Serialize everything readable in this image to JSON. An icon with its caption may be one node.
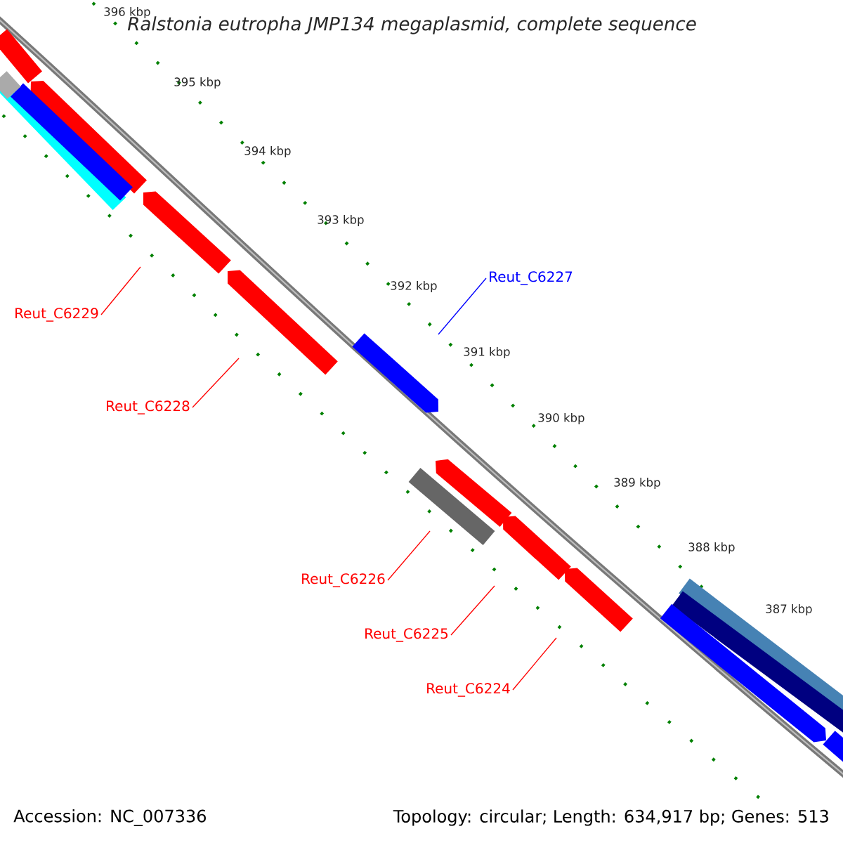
{
  "diagram": {
    "title": "Ralstonia eutropha JMP134 megaplasmid, complete sequence",
    "nodes": [
      {
        "text": [
          "Reut_C6229"
        ]
      },
      {
        "text": [
          "Reut_C6228"
        ]
      },
      {
        "text": [
          "Reut_C6227"
        ]
      },
      {
        "text": [
          "Reut_C6226"
        ]
      },
      {
        "text": [
          "Reut_C6225"
        ]
      },
      {
        "text": [
          "Reut_C6224"
        ]
      }
    ],
    "edges": [
      {
        "from": 0,
        "to": null,
        "arrow": "none"
      },
      {
        "from": 1,
        "to": null,
        "arrow": "none"
      },
      {
        "from": 2,
        "to": null,
        "arrow": "none",
        "color": "#0000ff"
      },
      {
        "from": 3,
        "to": null,
        "arrow": "none"
      },
      {
        "from": 4,
        "to": null,
        "arrow": "none"
      },
      {
        "from": 5,
        "to": null,
        "arrow": "none"
      }
    ],
    "labels": [
      "396 kbp",
      "395 kbp",
      "394 kbp",
      "393 kbp",
      "392 kbp",
      "391 kbp",
      "390 kbp",
      "389 kbp",
      "388 kbp",
      "387 kbp",
      "Accession: NC_007336",
      "Topology: circular; Length: 634,917 bp; Genes: 513"
    ]
  }
}
